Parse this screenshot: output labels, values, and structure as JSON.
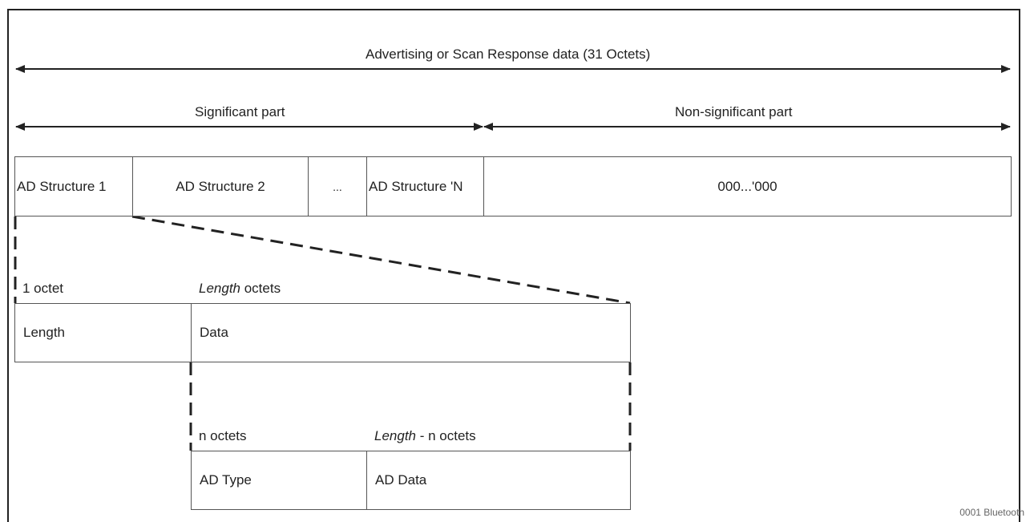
{
  "top_arrow": {
    "label": "Advertising or Scan Response data (31 Octets)"
  },
  "significant": {
    "label": "Significant part"
  },
  "non_significant": {
    "label": "Non-significant part"
  },
  "structures": [
    {
      "label": "AD Structure 1"
    },
    {
      "label": "AD Structure 2"
    },
    {
      "label": "..."
    },
    {
      "label": "AD Structure 'N"
    },
    {
      "label": "000...'000"
    }
  ],
  "level2": {
    "length_size": "1 octet",
    "data_size_italic": "Length",
    "data_size_rest": " octets",
    "length_cell": "Length",
    "data_cell": "Data"
  },
  "level3": {
    "type_size": "n octets",
    "data_size_italic": "Length",
    "data_size_rest": " - n octets",
    "type_cell": "AD Type",
    "data_cell": "AD Data"
  },
  "footnote": "0001 Bluetooth"
}
